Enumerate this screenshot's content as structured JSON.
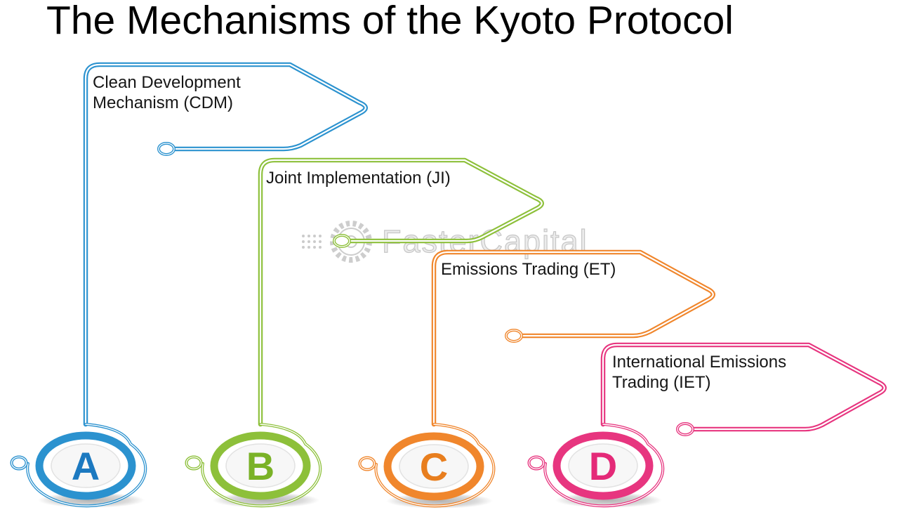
{
  "title": "The Mechanisms of the Kyoto Protocol",
  "watermark": {
    "text": "FasterCapital"
  },
  "mechanisms": [
    {
      "letter": "A",
      "label": "Clean Development\nMechanism (CDM)",
      "color": "#2b92cf",
      "letter_color": "#1c79c0"
    },
    {
      "letter": "B",
      "label": "Joint Implementation (JI)",
      "color": "#8dc03a",
      "letter_color": "#7ab227"
    },
    {
      "letter": "C",
      "label": "Emissions Trading (ET)",
      "color": "#f0862c",
      "letter_color": "#e87e1e"
    },
    {
      "letter": "D",
      "label": "International Emissions\nTrading (IET)",
      "color": "#e7357f",
      "letter_color": "#e42a78"
    }
  ]
}
